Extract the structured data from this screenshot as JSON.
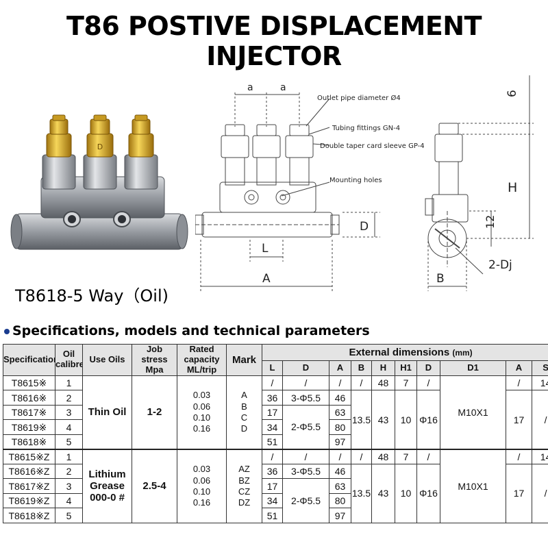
{
  "title": "T86 POSTIVE DISPLACEMENT INJECTOR",
  "photo": {
    "caption": "T8618-5 Way（Oil)",
    "valve_mark": "D"
  },
  "drawing": {
    "labels": {
      "a1": "a",
      "a2": "a",
      "outlet": "Outlet pipe diameter Ø4",
      "tubing": "Tubing fittings GN-4",
      "sleeve": "Double taper card sleeve GP-4",
      "mounting": "Mounting holes",
      "D": "D",
      "L": "L",
      "A": "A",
      "six": "6",
      "H": "H",
      "twelve": "12",
      "dj": "2-Dj",
      "B": "B"
    }
  },
  "section_heading": "Specifications, models and technical parameters",
  "table": {
    "headers": {
      "spec": "Specification",
      "oil_calibre": "Oil calibre",
      "use_oils": "Use Oils",
      "job_stress": "Job stress Mpa",
      "rated_capacity": "Rated capacity ML/trip",
      "mark": "Mark",
      "external": "External dimensions",
      "external_unit": "(mm)",
      "cols": [
        "L",
        "D",
        "A",
        "B",
        "H",
        "H1",
        "D",
        "D1",
        "A",
        "S"
      ]
    },
    "group1": {
      "use_oils": "Thin Oil",
      "stress": "1-2",
      "capacity": [
        "0.03",
        "0.06",
        "0.10",
        "0.16"
      ],
      "marks": [
        "A",
        "B",
        "C",
        "D"
      ],
      "rows": [
        {
          "spec": "T8615※",
          "cal": "1",
          "L": "/",
          "D": "/",
          "A": "/",
          "B": "/",
          "H": "48",
          "H1": "7",
          "Dd": "/",
          "A2": "/",
          "S": "14"
        },
        {
          "spec": "T8616※",
          "cal": "2",
          "L": "36",
          "D": "3-Φ5.5",
          "A": "46"
        },
        {
          "spec": "T8617※",
          "cal": "3",
          "L": "17",
          "A": "63"
        },
        {
          "spec": "T8619※",
          "cal": "4",
          "L": "34",
          "A": "80"
        },
        {
          "spec": "T8618※",
          "cal": "5",
          "L": "51",
          "A": "97"
        }
      ],
      "D_merged": "2-Φ5.5",
      "B": "13.5",
      "H": "43",
      "H1": "10",
      "Dd": "Φ16",
      "D1": "M10X1",
      "A2": "17",
      "S": "/"
    },
    "group2": {
      "use_oils": "Lithium Grease 000-0 #",
      "stress": "2.5-4",
      "capacity": [
        "0.03",
        "0.06",
        "0.10",
        "0.16"
      ],
      "marks": [
        "AZ",
        "BZ",
        "CZ",
        "DZ"
      ],
      "rows": [
        {
          "spec": "T8615※Z",
          "cal": "1",
          "L": "/",
          "D": "/",
          "A": "/",
          "B": "/",
          "H": "48",
          "H1": "7",
          "Dd": "/",
          "A2": "/",
          "S": "14"
        },
        {
          "spec": "T8616※Z",
          "cal": "2",
          "L": "36",
          "D": "3-Φ5.5",
          "A": "46"
        },
        {
          "spec": "T8617※Z",
          "cal": "3",
          "L": "17",
          "A": "63"
        },
        {
          "spec": "T8619※Z",
          "cal": "4",
          "L": "34",
          "A": "80"
        },
        {
          "spec": "T8618※Z",
          "cal": "5",
          "L": "51",
          "A": "97"
        }
      ],
      "D_merged": "2-Φ5.5",
      "B": "13.5",
      "H": "43",
      "H1": "10",
      "Dd": "Φ16",
      "D1": "M10X1",
      "A2": "17",
      "S": "/"
    }
  }
}
